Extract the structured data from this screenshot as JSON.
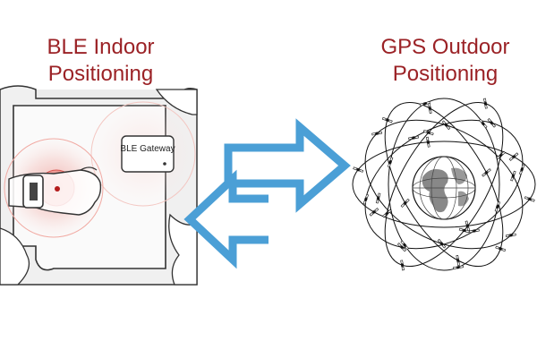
{
  "ble": {
    "title_line1": "BLE  Indoor",
    "title_line2": "Positioning",
    "gateway_label": "BLE Gateway"
  },
  "gps": {
    "title_line1": "GPS Outdoor",
    "title_line2": "Positioning"
  },
  "colors": {
    "title": "#9b2226",
    "arrow": "#4b9fd6",
    "signal": "#e8736b",
    "room_floor": "#e9e9e9"
  },
  "icons": {
    "exchange_arrows": "bidirectional-arrow-icon",
    "wearable": "smartwatch-wrist-icon",
    "gateway": "ble-gateway-icon",
    "globe": "earth-globe-icon",
    "satellite": "satellite-icon"
  }
}
